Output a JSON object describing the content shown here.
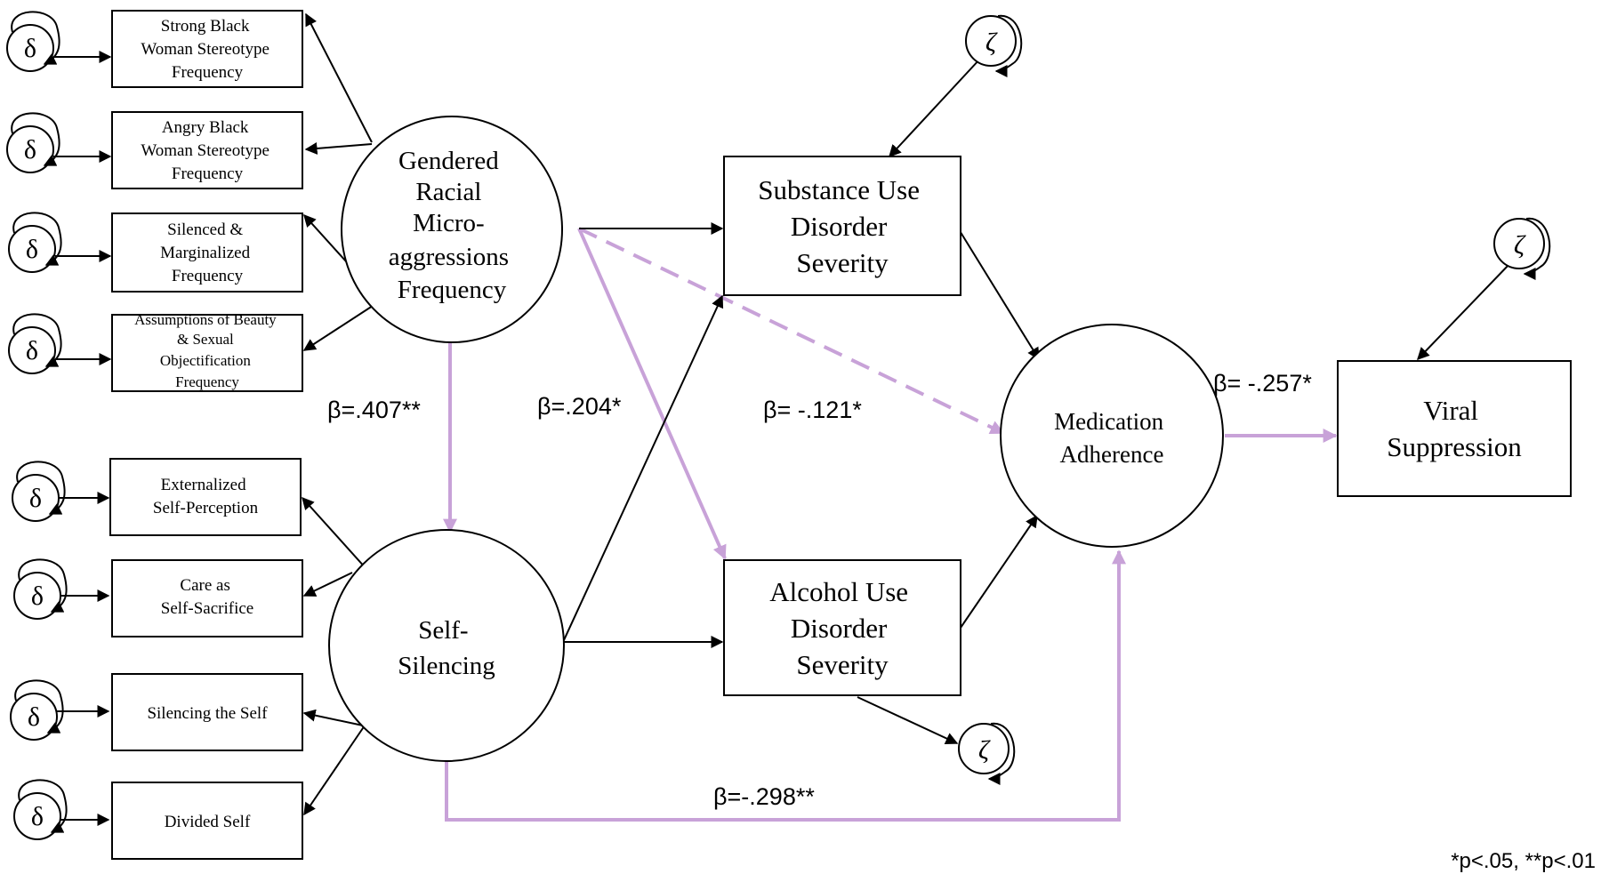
{
  "indicators_gendered": [
    [
      "Strong Black",
      "Woman Stereotype",
      "Frequency"
    ],
    [
      "Angry Black",
      "Woman Stereotype",
      "Frequency"
    ],
    [
      "Silenced &",
      "Marginalized",
      "Frequency"
    ],
    [
      "Assumptions of Beauty",
      "& Sexual",
      "Objectification",
      "Frequency"
    ]
  ],
  "indicators_silencing": [
    [
      "Externalized",
      "Self-Perception"
    ],
    [
      "Care as",
      "Self-Sacrifice"
    ],
    [
      "Silencing the Self"
    ],
    [
      "Divided Self"
    ]
  ],
  "error_symbol": "δ",
  "disturbance_symbol": "ζ",
  "latent": {
    "gendered": [
      "Gendered",
      "Racial",
      "Micro-",
      "aggressions",
      "Frequency"
    ],
    "silencing": [
      "Self-",
      "Silencing"
    ],
    "adherence": [
      "Medication",
      "Adherence"
    ]
  },
  "observed": {
    "substance": [
      "Substance Use",
      "Disorder",
      "Severity"
    ],
    "alcohol": [
      "Alcohol Use",
      "Disorder",
      "Severity"
    ],
    "viral": [
      "Viral",
      "Suppression"
    ]
  },
  "coefficients": {
    "gendered_to_silencing": "β=.407**",
    "gendered_to_alcohol": "β=.204*",
    "gendered_to_adherence": "β= -.121*",
    "adherence_to_viral": "β= -.257*",
    "silencing_to_adherence": "β=-.298**"
  },
  "note": "*p<.05, **p<.01",
  "colors": {
    "significant_path": "#c8a2d8",
    "line": "#000000",
    "background": "#ffffff"
  }
}
